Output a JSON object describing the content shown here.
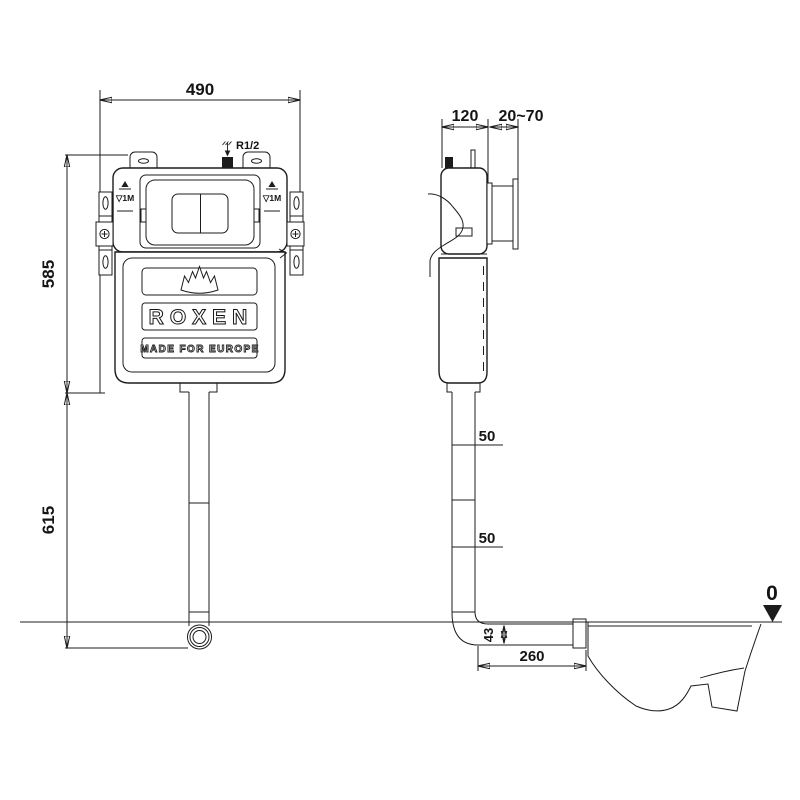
{
  "brand": {
    "name": "ROXEN",
    "tagline": "MADE FOR EUROPE",
    "logo_icon": "lotus-crown-icon"
  },
  "front_view": {
    "width_mm": "490",
    "upper_height_mm": "585",
    "lower_height_mm": "615",
    "inlet_thread": "R1/2",
    "water_mark_left": "▽1M",
    "water_mark_right": "▽1M"
  },
  "side_view": {
    "depth_mm": "120",
    "wall_range_mm": "20~70",
    "pipe_mark_upper_mm": "50",
    "pipe_mark_lower_mm": "50",
    "outlet_height_mm": "43",
    "outlet_offset_mm": "260",
    "floor_datum": "0"
  },
  "icons": {
    "datum_marker": "filled-triangle-down-icon",
    "level_symbol": "level-triangle-icon"
  },
  "colors": {
    "line": "#1c1c1c",
    "background": "#ffffff"
  }
}
